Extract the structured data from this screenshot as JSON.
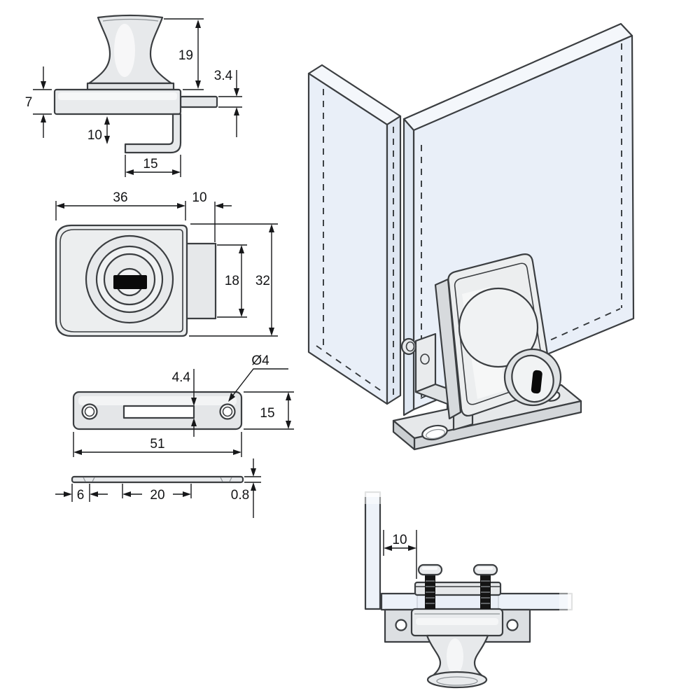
{
  "views": {
    "side_view": {
      "knob_height": "19",
      "bolt_thickness": "3.4",
      "body_height": "7",
      "glass_clearance": "10",
      "bracket_depth": "15"
    },
    "front_view": {
      "body_width": "36",
      "bolt_extension": "10",
      "bolt_height": "18",
      "body_height": "32"
    },
    "strike_plate_view": {
      "slot_width": "4.4",
      "hole_diameter": "Ø4",
      "plate_width": "15",
      "plate_length": "51"
    },
    "plate_edge_view": {
      "hole_edge_distance": "6",
      "slot_length": "20",
      "plate_thickness": "0.8"
    },
    "mounting_detail_view": {
      "glass_edge_distance": "10"
    }
  },
  "colors": {
    "outline": "#3b3e41",
    "dimension": "#17181a",
    "glass": "#e9eff8",
    "glass_top": "#f4f7fb",
    "glass_edge": "#dfe7f2",
    "metal": "#e9ebed",
    "metal_dark": "#d2d5d8",
    "keyhole": "#0a0a0a"
  }
}
